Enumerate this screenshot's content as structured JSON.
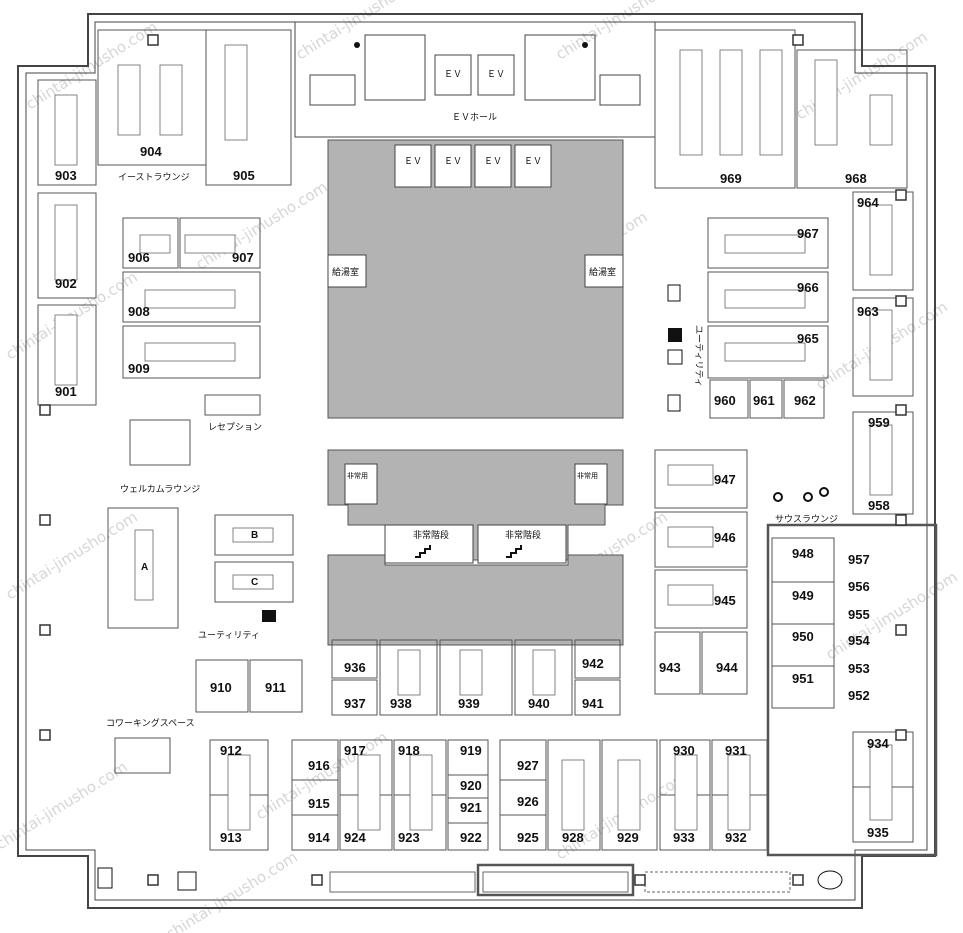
{
  "rooms": {
    "r903": "903",
    "r904": "904",
    "r905": "905",
    "r902": "902",
    "r901": "901",
    "r906": "906",
    "r907": "907",
    "r908": "908",
    "r909": "909",
    "r969": "969",
    "r968": "968",
    "r964": "964",
    "r963": "963",
    "r959": "959",
    "r958": "958",
    "r967": "967",
    "r966": "966",
    "r965": "965",
    "r960": "960",
    "r961": "961",
    "r962": "962",
    "r947": "947",
    "r946": "946",
    "r945": "945",
    "r943": "943",
    "r944": "944",
    "r948": "948",
    "r949": "949",
    "r950": "950",
    "r951": "951",
    "r957": "957",
    "r956": "956",
    "r955": "955",
    "r954": "954",
    "r953": "953",
    "r952": "952",
    "r934": "934",
    "r935": "935",
    "r936": "936",
    "r937": "937",
    "r938": "938",
    "r939": "939",
    "r940": "940",
    "r942": "942",
    "r941": "941",
    "r910": "910",
    "r911": "911",
    "r912": "912",
    "r913": "913",
    "r916": "916",
    "r915": "915",
    "r914": "914",
    "r917": "917",
    "r918": "918",
    "r919": "919",
    "r920": "920",
    "r921": "921",
    "r922": "922",
    "r924": "924",
    "r923": "923",
    "r927": "927",
    "r926": "926",
    "r925": "925",
    "r928": "928",
    "r929": "929",
    "r930": "930",
    "r931": "931",
    "r933": "933",
    "r932": "932",
    "meetA": "A",
    "meetB": "B",
    "meetC": "C"
  },
  "areas": {
    "ev_hall": "ＥＶホール",
    "east_lounge": "イーストラウンジ",
    "kitchen_left": "給湯室",
    "kitchen_right": "給湯室",
    "reception": "レセプション",
    "welcome_lounge": "ウェルカムラウンジ",
    "utility_right": "ユーティリティ",
    "utility_left": "ユーティリティ",
    "south_lounge": "サウスラウンジ",
    "coworking": "コワーキングスペース",
    "emergency_left": "非常階段",
    "emergency_right": "非常階段",
    "freight_ev_left": "非常用",
    "freight_ev_right": "非常用",
    "ev": "ＥＶ"
  },
  "watermark": "chintai-jimusho.com",
  "colors": {
    "wall": "#444444",
    "core": "#b3b3b3",
    "highlight": "#555555",
    "line": "#666666"
  }
}
